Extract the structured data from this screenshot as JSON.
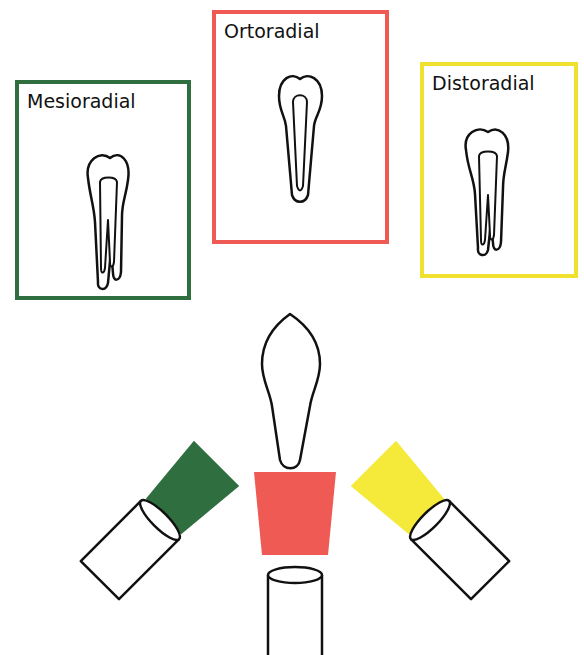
{
  "diagram": {
    "nodes": [
      {
        "text": [
          "Mesioradial"
        ]
      },
      {
        "text": [
          "Ortoradial"
        ]
      },
      {
        "text": [
          "Distoradial"
        ]
      }
    ]
  }
}
